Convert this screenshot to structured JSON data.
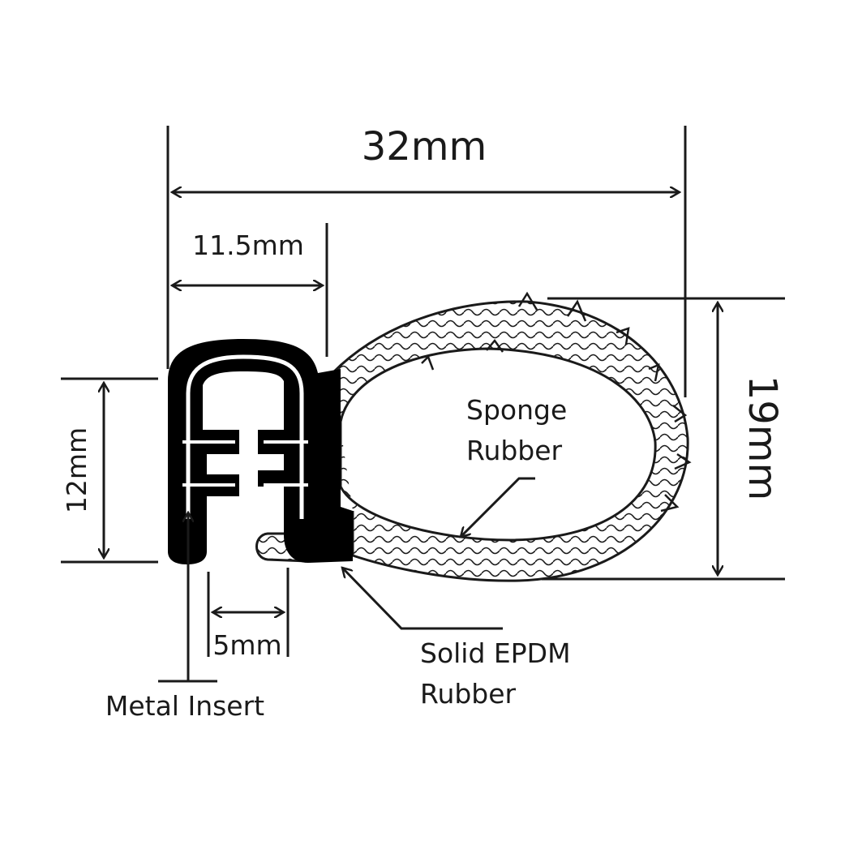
{
  "dimensions": {
    "overall_width": "32mm",
    "clip_width": "11.5mm",
    "clip_height": "12mm",
    "bulb_height": "19mm",
    "slot_width": "5mm"
  },
  "callouts": {
    "metal_insert": "Metal Insert",
    "solid_rubber_line1": "Solid EPDM",
    "solid_rubber_line2": "Rubber",
    "sponge_line1": "Sponge",
    "sponge_line2": "Rubber"
  },
  "colors": {
    "line": "#1a1a1a",
    "solid_rubber": "#000000",
    "sponge_fill": "#ffffff"
  }
}
